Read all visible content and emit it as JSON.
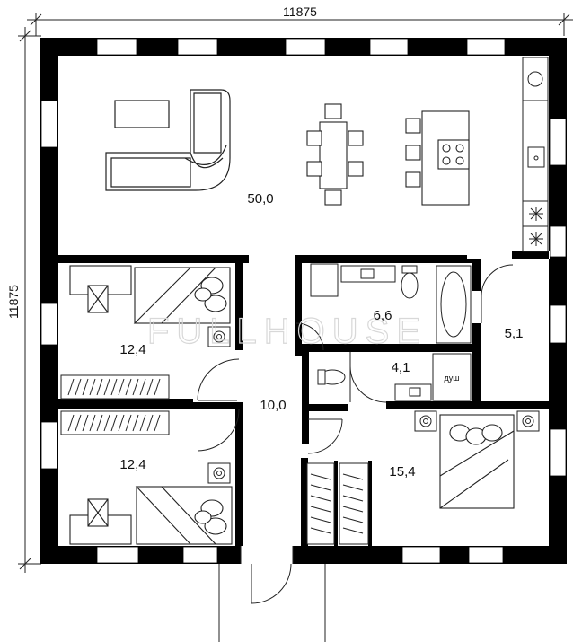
{
  "dimensions": {
    "width_label": "11875",
    "height_label": "11875"
  },
  "rooms": {
    "living_kitchen": "50,0",
    "bedroom_top_left": "12,4",
    "bathroom": "6,6",
    "storage": "5,1",
    "wc": "4,1",
    "shower": "душ",
    "hall": "10,0",
    "bedroom_bottom_left": "12,4",
    "master_bedroom": "15,4"
  },
  "watermark": "FULLHOUSE",
  "colors": {
    "wall": "#000000",
    "line": "#222222",
    "watermark": "#d8d8d8"
  }
}
